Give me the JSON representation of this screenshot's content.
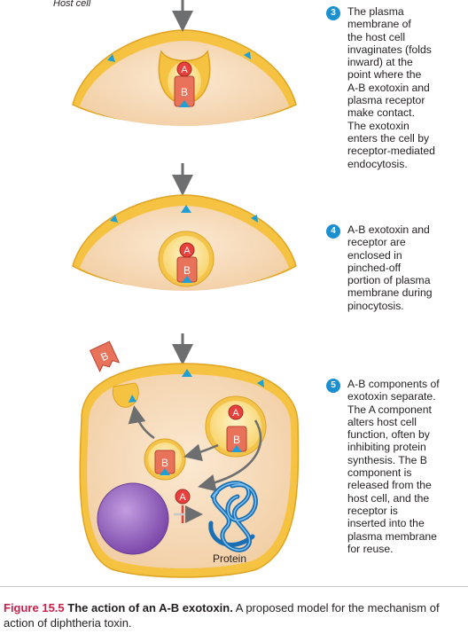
{
  "host_cell_label": "Host cell",
  "steps": [
    {
      "number": "3",
      "text": "The plasma\nmembrane of\nthe host cell\ninvaginates (folds\ninward) at the\npoint where the\nA-B exotoxin and\nplasma receptor\nmake contact.\nThe exotoxin\nenters the cell by\nreceptor-mediated\nendocytosis."
    },
    {
      "number": "4",
      "text": "A-B exotoxin and\nreceptor are\nenclosed in\npinched-off\nportion of plasma\nmembrane during\npinocytosis."
    },
    {
      "number": "5",
      "text": "A-B components of\nexotoxin separate.\nThe A component\nalters host cell\nfunction, often by\ninhibiting protein\nsynthesis. The B\ncomponent is\nreleased from the\nhost cell, and the\nreceptor is\ninserted into the\nplasma membrane\nfor reuse."
    }
  ],
  "labels": {
    "a": "A",
    "b": "B",
    "protein": "Protein"
  },
  "caption": {
    "figure_number": "Figure 15.5",
    "title": "The action of an A-B exotoxin.",
    "text": "A proposed model for the mechanism of action of diphtheria toxin."
  },
  "colors": {
    "step_badge": "#1c8fcf",
    "caption_figure": "#cc1e4a",
    "membrane": "#f5c242",
    "cytoplasm": "#f8dcb8",
    "receptor": "#1e9fd6",
    "toxin_a": "#e8403c",
    "toxin_b": "#e8735a",
    "nucleus": "#8c5bb5",
    "protein": "#1a6fb5"
  }
}
